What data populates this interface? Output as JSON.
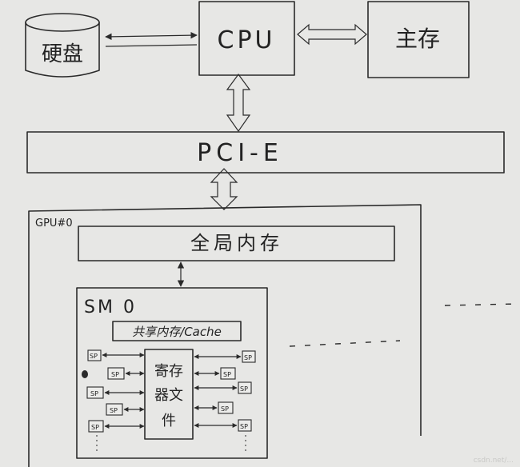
{
  "nodes": {
    "disk": "硬盘",
    "cpu": "CPU",
    "main_memory": "主存",
    "pcie": "PCI-E",
    "gpu": "GPU#0",
    "global_memory": "全局内存",
    "sm": "SM 0",
    "shared_memory": "共享内存/Cache",
    "register_file": [
      "寄存",
      "器文",
      "件"
    ]
  },
  "sp_label": "SP",
  "watermark": "csdn.net/..."
}
